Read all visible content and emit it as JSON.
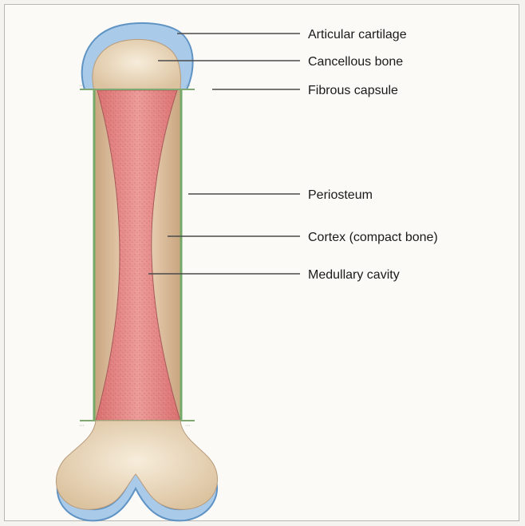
{
  "labels": {
    "articular_cartilage": "Articular cartilage",
    "cancellous_bone": "Cancellous bone",
    "fibrous_capsule": "Fibrous capsule",
    "periosteum": "Periosteum",
    "cortex": "Cortex (compact bone)",
    "medullary_cavity": "Medullary cavity"
  },
  "colors": {
    "cartilage": "#a9cbe9",
    "cartilage_edge": "#5f93c4",
    "bone": "#efe0c6",
    "cortex": "#d8b593",
    "medulla": "#e2888a",
    "periosteum": "#74a968"
  }
}
